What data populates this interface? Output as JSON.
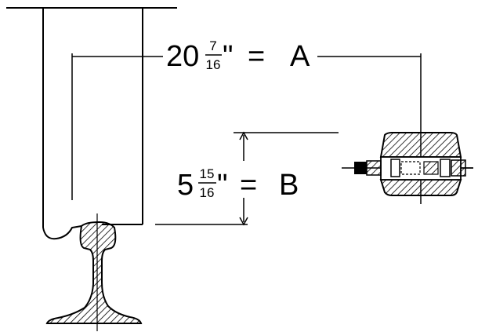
{
  "dimension_a": {
    "whole": "20",
    "numerator": "7",
    "denominator": "16",
    "inch_mark": "\"",
    "equals": "=",
    "letter": "A"
  },
  "dimension_b": {
    "whole": "5",
    "numerator": "15",
    "denominator": "16",
    "inch_mark": "\"",
    "equals": "=",
    "letter": "B"
  },
  "colors": {
    "ink": "#000000",
    "background": "#ffffff"
  }
}
